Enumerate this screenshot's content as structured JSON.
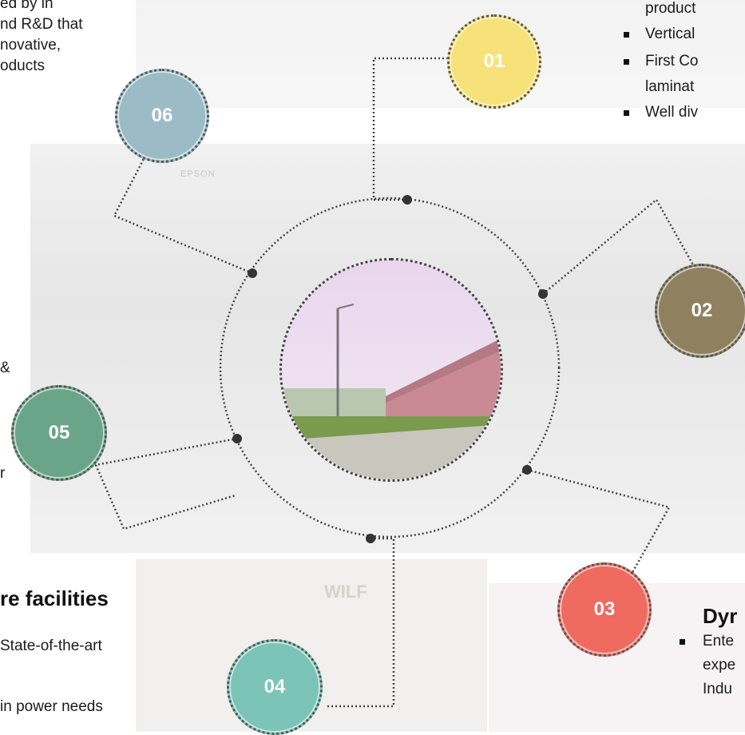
{
  "top_left_text": [
    "ed by in",
    "nd R&D that",
    "novative,",
    "oducts"
  ],
  "left_fragments": [
    "&",
    "r"
  ],
  "top_right_bullets": [
    "product",
    "Vertical",
    "First Co",
    "laminat",
    "Well div"
  ],
  "nodes": [
    {
      "label": "01",
      "color": "#f7e27a"
    },
    {
      "label": "02",
      "color": "#8f8160"
    },
    {
      "label": "03",
      "color": "#ef6a5f"
    },
    {
      "label": "04",
      "color": "#7cc4b8"
    },
    {
      "label": "05",
      "color": "#6aa58a"
    },
    {
      "label": "06",
      "color": "#9bbcc6"
    }
  ],
  "bottom_left": {
    "heading": "re facilities",
    "lines": [
      "State-of-the-art",
      "in power needs"
    ]
  },
  "bottom_right": {
    "heading": "Dyr",
    "lines": [
      "Ente",
      "expe",
      "Indu"
    ]
  },
  "panel_text": "EPSON",
  "sign_text": "WILF"
}
